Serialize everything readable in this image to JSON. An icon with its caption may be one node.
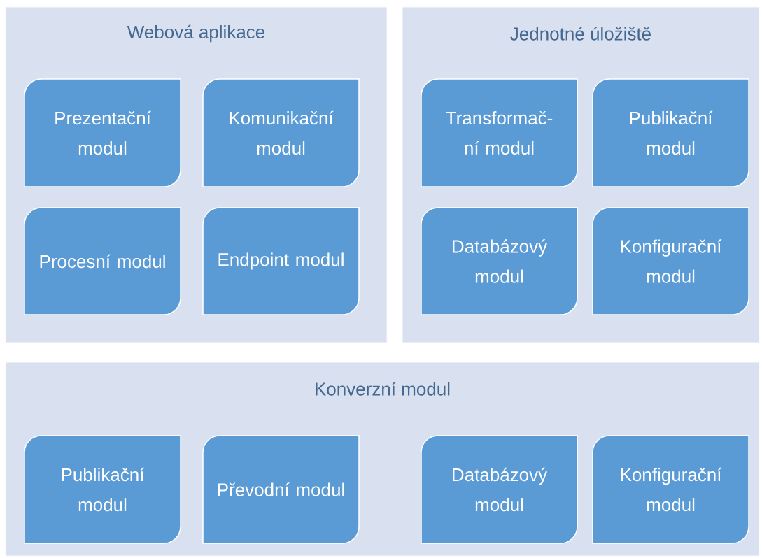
{
  "diagram": {
    "nodes": [
      {
        "text": [
          "Webová aplikace"
        ]
      },
      {
        "text": [
          "Prezentační modul"
        ],
        "in": 0
      },
      {
        "text": [
          "Komunikační modul"
        ],
        "in": 0
      },
      {
        "text": [
          "Procesní modul"
        ],
        "in": 0
      },
      {
        "text": [
          "Endpoint modul"
        ],
        "in": 0
      },
      {
        "text": [
          "Jednotné úložiště"
        ]
      },
      {
        "text": [
          "Transformač- ní modul"
        ],
        "in": 5
      },
      {
        "text": [
          "Publikační modul"
        ],
        "in": 5
      },
      {
        "text": [
          "Databázový modul"
        ],
        "in": 5
      },
      {
        "text": [
          "Konfigurační modul"
        ],
        "in": 5
      },
      {
        "text": [
          "Konverzní modul"
        ]
      },
      {
        "text": [
          "Publikační modul"
        ],
        "in": 10
      },
      {
        "text": [
          "Převodní modul"
        ],
        "in": 10
      },
      {
        "text": [
          "Databázový modul"
        ],
        "in": 10
      },
      {
        "text": [
          "Konfigurační modul"
        ],
        "in": 10
      }
    ]
  }
}
